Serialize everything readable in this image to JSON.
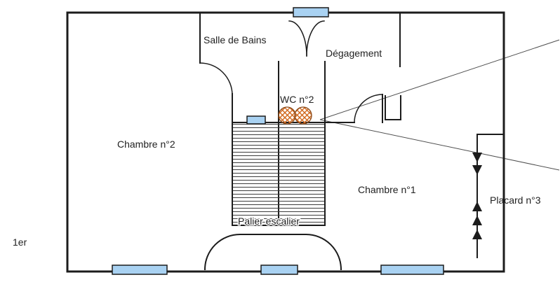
{
  "floor_label": "1er",
  "rooms": {
    "salle_de_bains": "Salle de Bains",
    "degagement": "Dégagement",
    "wc2": "WC n°2",
    "chambre2": "Chambre n°2",
    "chambre1": "Chambre n°1",
    "palier_escalier": "Palier escalier",
    "placard3": "Placard n°3"
  },
  "colors": {
    "wall": "#1c1c1c",
    "window_fill": "#a9d2f2",
    "wc_hatch": "#d2691e",
    "wc_outline": "#8a4a1a",
    "stair_hatch": "#3c3c3c",
    "leader_line": "#4f4f4f"
  }
}
